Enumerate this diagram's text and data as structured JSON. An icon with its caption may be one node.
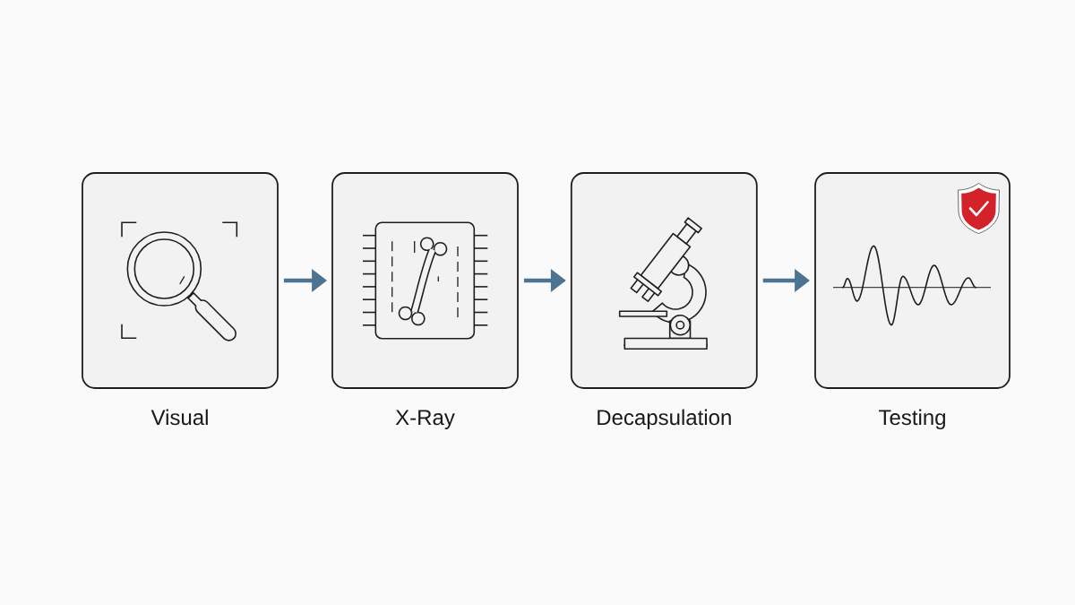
{
  "diagram": {
    "nodes": [
      {
        "text": [
          "Visual"
        ]
      },
      {
        "text": [
          "X-Ray"
        ]
      },
      {
        "text": [
          "Decapsulation"
        ]
      },
      {
        "text": [
          "Testing"
        ]
      }
    ],
    "edges": [
      {
        "from": 0,
        "to": 1,
        "arrow": "to"
      },
      {
        "from": 1,
        "to": 2,
        "arrow": "to"
      },
      {
        "from": 2,
        "to": 3,
        "arrow": "to"
      }
    ]
  }
}
